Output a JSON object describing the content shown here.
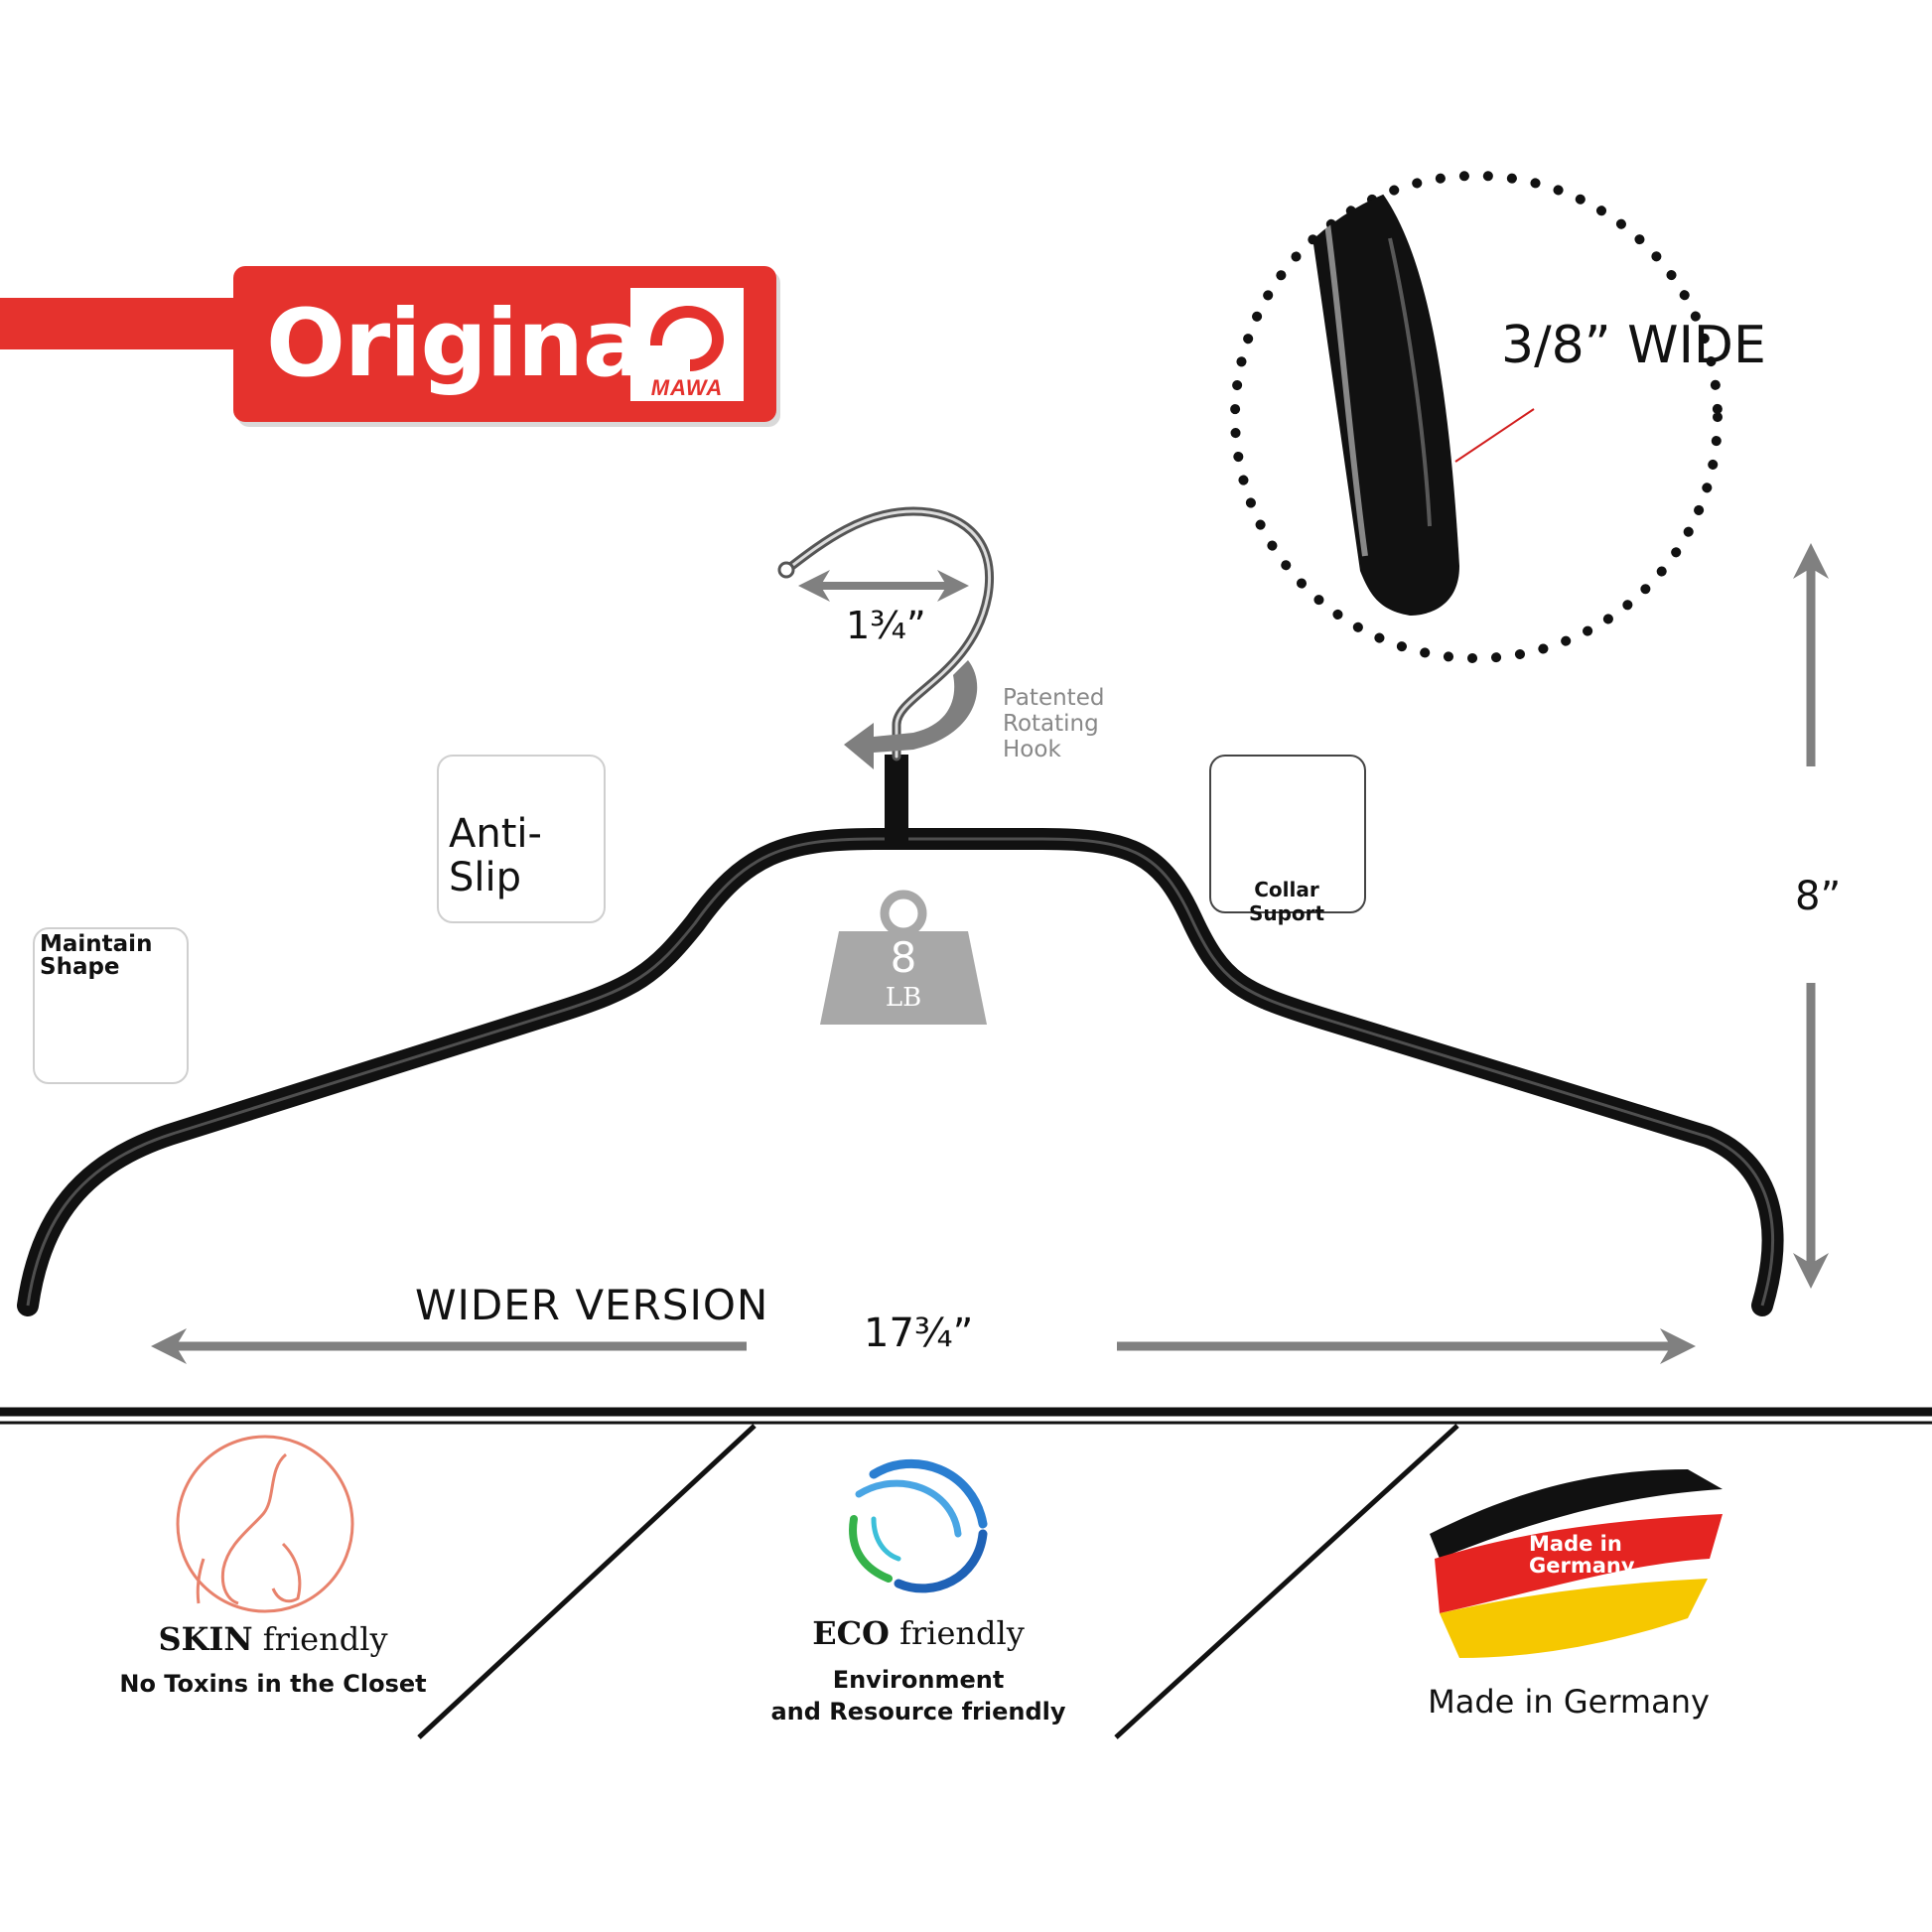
{
  "banner": {
    "title": "Original",
    "logo_text": "MAWA"
  },
  "dimensions": {
    "hook_width": "1¾”",
    "hanger_width": "17¾”",
    "hanger_height": "8”",
    "wider_version": "WIDER VERSION",
    "bar_width_prefix": "3/8",
    "bar_width_quote": "”",
    "bar_width_suffix": "WIDE"
  },
  "hook_feature": {
    "label": "Patented\nRotating\nHook"
  },
  "icons": {
    "maintain_shape": "Maintain\nShape",
    "anti_slip": "Anti-\nSlip",
    "collar_support": "Collar Suport"
  },
  "weight": {
    "value": "8",
    "unit": "LB"
  },
  "features": [
    {
      "title_bold": "SKIN",
      "title_rest": " friendly",
      "subtitle": "No Toxins in the Closet"
    },
    {
      "title_bold": "ECO",
      "title_rest": " friendly",
      "subtitle": "Environment\nand Resource friendly"
    },
    {
      "flag_text": "Made in\nGermany",
      "subtitle": "Made in Germany"
    }
  ],
  "colors": {
    "brand_red": "#e5322d",
    "hanger_black": "#111111",
    "arrow_gray": "#808080",
    "skin_icon": "#e8826c",
    "flag_black": "#111111",
    "flag_red": "#e52421",
    "flag_gold": "#f6c800"
  }
}
